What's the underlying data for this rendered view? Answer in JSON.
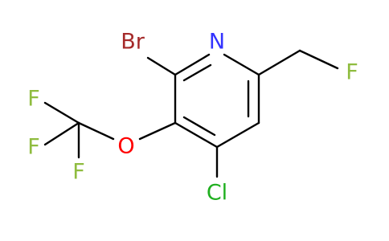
{
  "structure": {
    "atoms": {
      "n": {
        "symbol": "N",
        "color": "#3333ff"
      },
      "br": {
        "symbol": "Br",
        "color": "#a52a2a"
      },
      "o": {
        "symbol": "O",
        "color": "#ff0000"
      },
      "cl": {
        "symbol": "Cl",
        "color": "#1faf1f"
      },
      "f_methyl": {
        "symbol": "F",
        "color": "#8fbc3f"
      },
      "f1": {
        "symbol": "F",
        "color": "#8fbc3f"
      },
      "f2": {
        "symbol": "F",
        "color": "#8fbc3f"
      },
      "f3": {
        "symbol": "F",
        "color": "#8fbc3f"
      }
    }
  }
}
